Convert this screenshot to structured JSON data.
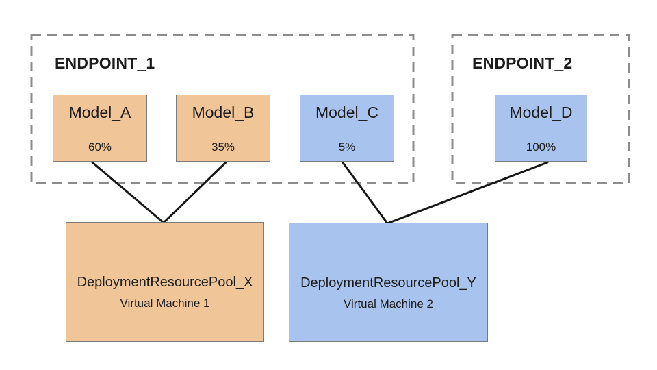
{
  "endpoints": [
    {
      "label": "ENDPOINT_1"
    },
    {
      "label": "ENDPOINT_2"
    }
  ],
  "models": [
    {
      "name": "Model_A",
      "traffic": "60%",
      "endpoint": "ENDPOINT_1",
      "color": "#f0c698"
    },
    {
      "name": "Model_B",
      "traffic": "35%",
      "endpoint": "ENDPOINT_1",
      "color": "#f0c698"
    },
    {
      "name": "Model_C",
      "traffic": "5%",
      "endpoint": "ENDPOINT_1",
      "color": "#a8c3ee"
    },
    {
      "name": "Model_D",
      "traffic": "100%",
      "endpoint": "ENDPOINT_2",
      "color": "#a8c3ee"
    }
  ],
  "pools": [
    {
      "name": "DeploymentResourcePool_X",
      "machine": "Virtual Machine 1",
      "color": "#f0c698"
    },
    {
      "name": "DeploymentResourcePool_Y",
      "machine": "Virtual Machine 2",
      "color": "#a8c3ee"
    }
  ],
  "connections": [
    {
      "from": "Model_A",
      "to": "DeploymentResourcePool_X"
    },
    {
      "from": "Model_B",
      "to": "DeploymentResourcePool_X"
    },
    {
      "from": "Model_C",
      "to": "DeploymentResourcePool_Y"
    },
    {
      "from": "Model_D",
      "to": "DeploymentResourcePool_Y"
    }
  ],
  "colors": {
    "orange_fill": "#f0c698",
    "blue_fill": "#a8c3ee",
    "box_border": "#7a7a7a",
    "dashed_border": "#8c8c8c",
    "connector": "#161616",
    "text": "#1c1c1c"
  }
}
